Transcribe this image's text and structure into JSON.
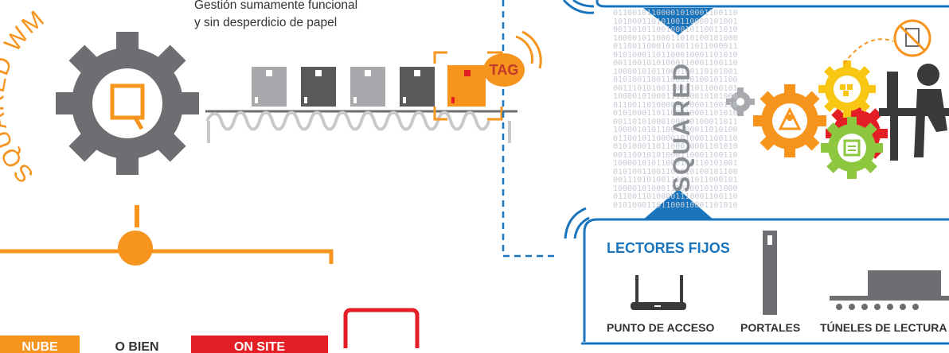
{
  "left_panel": {
    "arc_label": "SQUARED WM",
    "caption": "Gestión sumamente funcional\ny sin desperdicio de papel",
    "tag_label": "TAG",
    "option_nube": "NUBE",
    "option_o_bien": "O BIEN",
    "option_on_site": "ON SITE"
  },
  "right_panel": {
    "vertical_brand": "SQUARED",
    "binary_rows": [
      "01100101100001010001100110",
      "10100011010100110000101001",
      "00110101100100010110011010",
      "10000101100011010100101000",
      "01100110001010011011000011",
      "01010001101100010001101010",
      "00110010101000110001100110",
      "10000101011000100110101001",
      "01010011001100010100101100",
      "00111010100110001011000101",
      "10000101000111010010101000",
      "01100110100001110001100110",
      "01010001101100010001101010",
      "00110101000100010100011011",
      "10000101011000100011010100",
      "01100101100001010001100110",
      "01010001101100010001101010",
      "00110010101000110001100110",
      "10000101011000100110101001",
      "01010011001100010100101100",
      "00111010100110001011000101",
      "10000101000111010010101000",
      "01100110100001110001100110",
      "01010001101100010001101010"
    ],
    "lectores_title": "LECTORES FIJOS",
    "readers": [
      {
        "label": "PUNTO DE ACCESO"
      },
      {
        "label": "PORTALES"
      },
      {
        "label": "TÚNELES DE LECTURA"
      }
    ]
  },
  "colors": {
    "orange": "#f7941d",
    "gray": "#6d6e71",
    "blue": "#1b75bc",
    "red": "#e31e24",
    "green": "#8dc63f",
    "yellow": "#f9c713"
  }
}
